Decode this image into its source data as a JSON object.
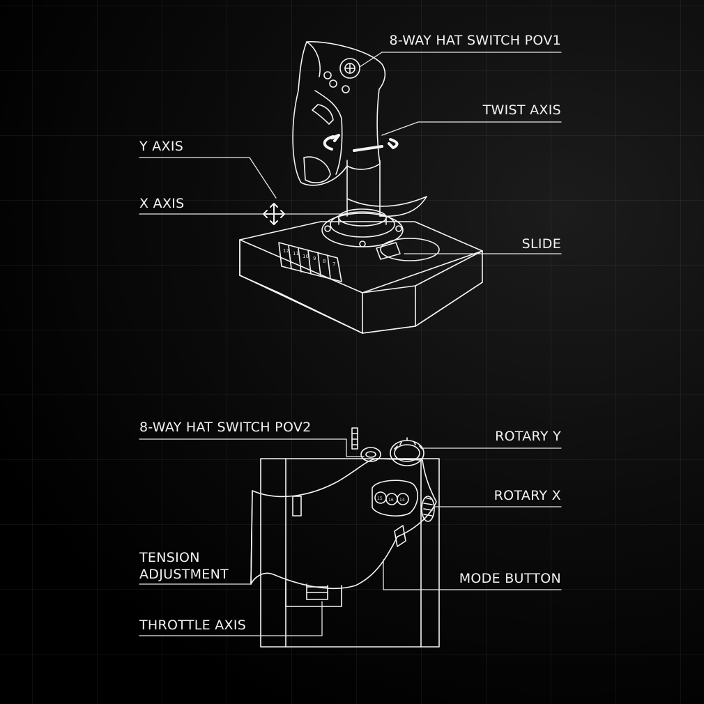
{
  "theme": {
    "background": "#000000",
    "line_color": "#ffffff",
    "grid_color": "#1a1a1a"
  },
  "labels": {
    "hat_pov1": "8-WAY HAT SWITCH POV1",
    "twist_axis": "TWIST AXIS",
    "y_axis": "Y AXIS",
    "x_axis": "X AXIS",
    "slide": "SLIDE",
    "hat_pov2": "8-WAY HAT SWITCH POV2",
    "rotary_y": "ROTARY Y",
    "rotary_x": "ROTARY X",
    "tension_line1": "TENSION",
    "tension_line2": "ADJUSTMENT",
    "mode_button": "MODE BUTTON",
    "throttle_axis": "THROTTLE AXIS"
  },
  "base_buttons": [
    "12",
    "11",
    "10",
    "9",
    "8",
    "7"
  ],
  "throttle_buttons": [
    "15",
    "16",
    "14"
  ]
}
